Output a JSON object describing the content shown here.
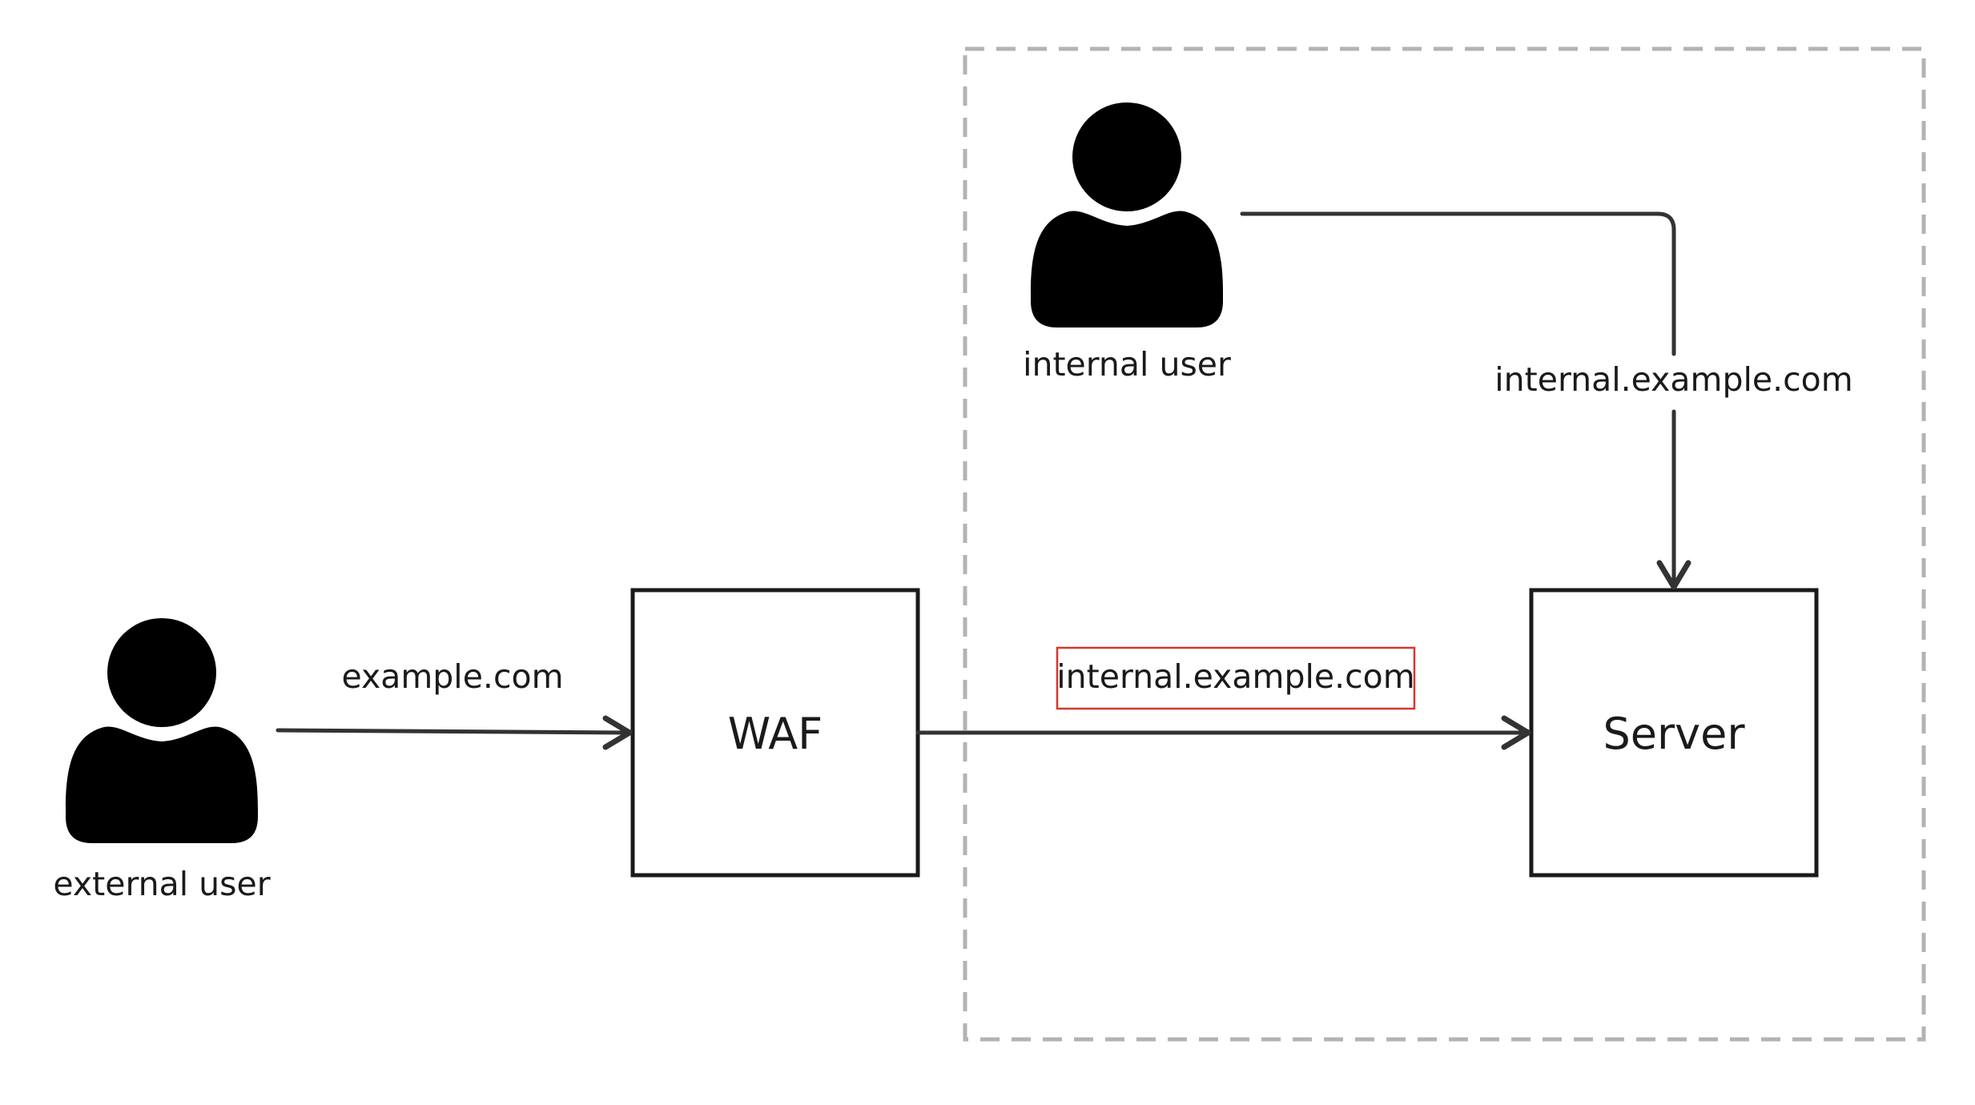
{
  "nodes": {
    "waf": {
      "label": "WAF"
    },
    "server": {
      "label": "Server"
    }
  },
  "actors": {
    "external": {
      "label": "external user",
      "icon": "person-icon"
    },
    "internal": {
      "label": "internal user",
      "icon": "person-icon"
    }
  },
  "edges": {
    "external_to_waf": {
      "label": "example.com"
    },
    "waf_to_server": {
      "label": "internal.example.com",
      "highlighted": true
    },
    "internal_to_server": {
      "label": "internal.example.com"
    }
  },
  "colors": {
    "highlight": "#d9362b",
    "zone_border": "#b3b3b3",
    "stroke": "#1a1a1a"
  }
}
